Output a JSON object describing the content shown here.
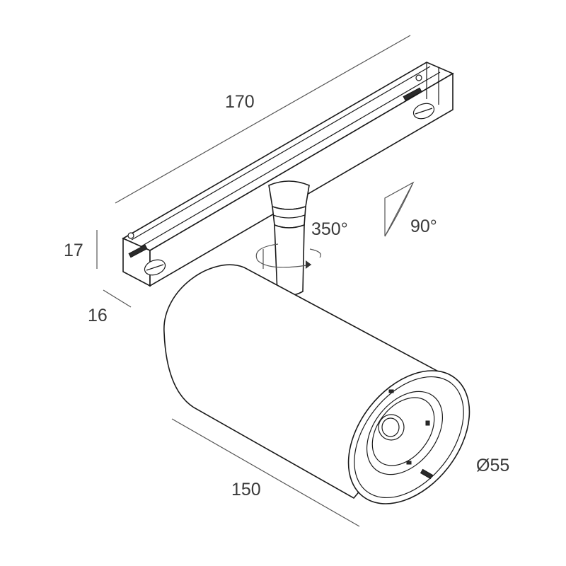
{
  "dimensions": {
    "length_track": "170",
    "height_track": "17",
    "width_track": "16",
    "length_body": "150",
    "diameter": "Ø55",
    "rotation": "350°",
    "tilt": "90°"
  },
  "colors": {
    "line": "#1a1a1a",
    "dimension_line": "#555555",
    "text": "#3a3a3a"
  }
}
